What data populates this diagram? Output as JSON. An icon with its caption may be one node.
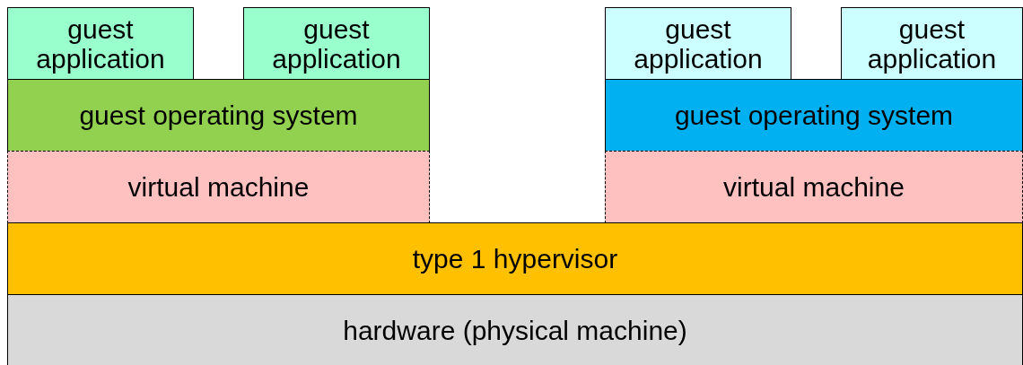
{
  "diagram": {
    "nodes": [
      {
        "text": [
          "guest application"
        ]
      },
      {
        "text": [
          "guest application"
        ]
      },
      {
        "text": [
          "guest application"
        ]
      },
      {
        "text": [
          "guest application"
        ]
      },
      {
        "text": [
          "guest operating system"
        ]
      },
      {
        "text": [
          "guest operating system"
        ]
      },
      {
        "text": [
          "virtual machine"
        ]
      },
      {
        "text": [
          "virtual machine"
        ]
      },
      {
        "text": [
          "type 1 hypervisor"
        ]
      },
      {
        "text": [
          "hardware (physical machine)"
        ]
      }
    ]
  }
}
